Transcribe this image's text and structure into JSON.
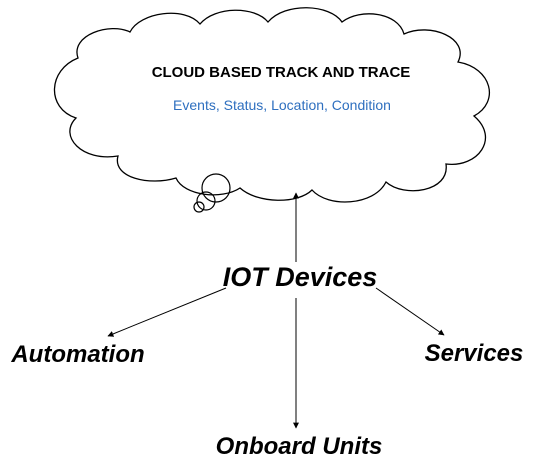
{
  "cloud": {
    "title": "CLOUD BASED TRACK AND TRACE",
    "subtitle": "Events, Status, Location, Condition",
    "subtitle_color": "#2E6FBF"
  },
  "nodes": {
    "center": "IOT Devices",
    "left": "Automation",
    "right": "Services",
    "bottom": "Onboard Units"
  },
  "colors": {
    "stroke": "#000000",
    "text": "#000000"
  }
}
